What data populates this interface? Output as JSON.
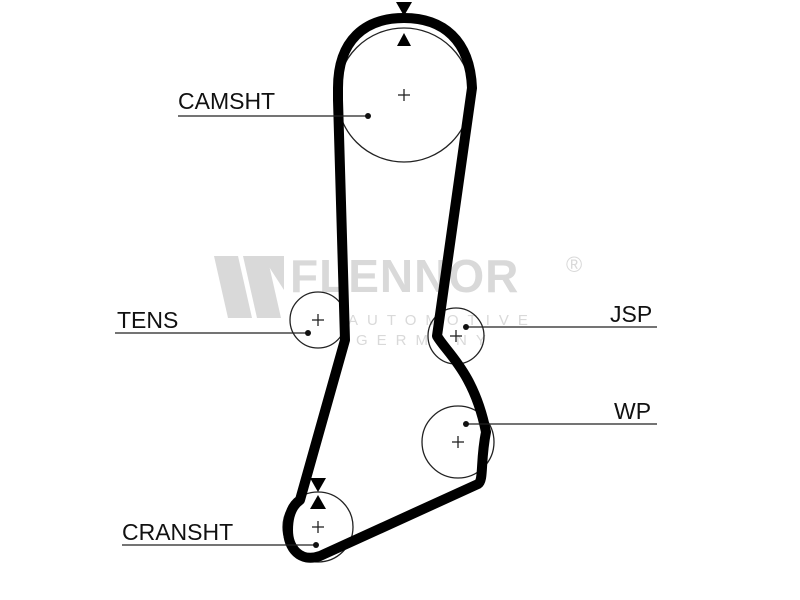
{
  "watermark": {
    "brand": "FLENNOR",
    "registered": "®",
    "line1": "AUTOMOTIVE",
    "line2": "GERMANY"
  },
  "labels": {
    "camshaft": "CAMSHT",
    "tensioner": "TENS",
    "jsp": "JSP",
    "water_pump": "WP",
    "crankshaft": "CRANSHT"
  },
  "colors": {
    "belt": "#000000",
    "line": "#222222",
    "watermark": "#d9d9d9"
  }
}
